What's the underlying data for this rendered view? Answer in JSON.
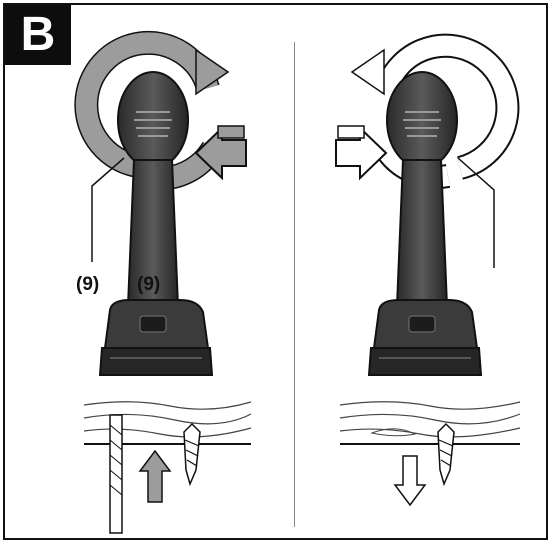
{
  "figure": {
    "panel_letter": "B",
    "callout_left": "(9)",
    "callout_right": "(9)"
  },
  "colors": {
    "drill_body": "#3a3a3a",
    "arrow_fill": "#9c9c9c",
    "outline": "#111111"
  },
  "icons": [
    "rotation-arrow-clockwise",
    "rotation-arrow-counterclockwise",
    "push-arrow",
    "up-arrow",
    "down-arrow",
    "drill-bit",
    "screw",
    "wood-board"
  ]
}
